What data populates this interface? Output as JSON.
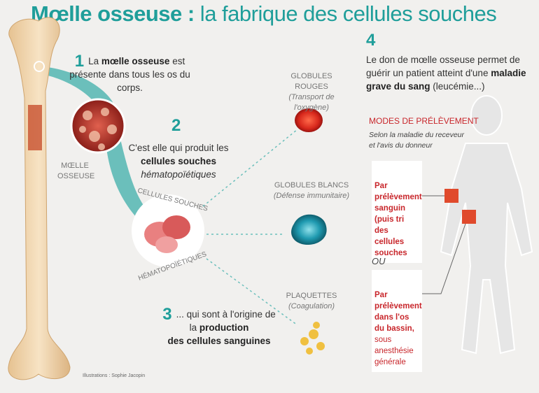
{
  "title": {
    "bold": "Mœlle osseuse :",
    "rest": " la fabrique des cellules souches"
  },
  "steps": [
    {
      "num": "1",
      "pre": "La ",
      "bold": "mœlle osseuse",
      "post": " est présente dans tous les os du corps."
    },
    {
      "num": "2",
      "pre": "C'est elle qui produit les ",
      "bold": "cellules souches",
      "italic": "hématopoïétiques"
    },
    {
      "num": "3",
      "pre": "... qui sont à l'origine de la ",
      "bold": "production",
      "bold2": "des cellules sanguines"
    },
    {
      "num": "4",
      "pre": "Le don de mœlle osseuse permet de guérir un patient atteint d'une ",
      "bold": "maladie grave du sang",
      "post": " (leucémie...)"
    }
  ],
  "bone_label": "MŒLLE OSSEUSE",
  "stem_cells": {
    "top": "CELLULES SOUCHES",
    "bottom": "HÉMATOPOÏÉTIQUES"
  },
  "cells": [
    {
      "name": "GLOBULES ROUGES",
      "desc": "(Transport de l'oxygène)",
      "color": "#d8281c"
    },
    {
      "name": "GLOBULES BLANCS",
      "desc": "(Défense immunitaire)",
      "color": "#1f9ab0"
    },
    {
      "name": "PLAQUETTES",
      "desc": "(Coagulation)",
      "color": "#f0c040"
    }
  ],
  "modes": {
    "title": "MODES DE PRÉLÈVEMENT",
    "subtitle": "Selon la maladie du receveur et l'avis du donneur",
    "option1": "Par prélèvement sanguin (puis tri des cellules souches",
    "or": "OU",
    "option2_bold": "Par prélèvement dans l'os du bassin,",
    "option2_rest": " sous anesthésie générale",
    "accent": "#c8262b"
  },
  "credit": "Illustrations : Sophie Jacopin",
  "colors": {
    "teal": "#1f9e9a",
    "bone": "#f2d7b0"
  }
}
